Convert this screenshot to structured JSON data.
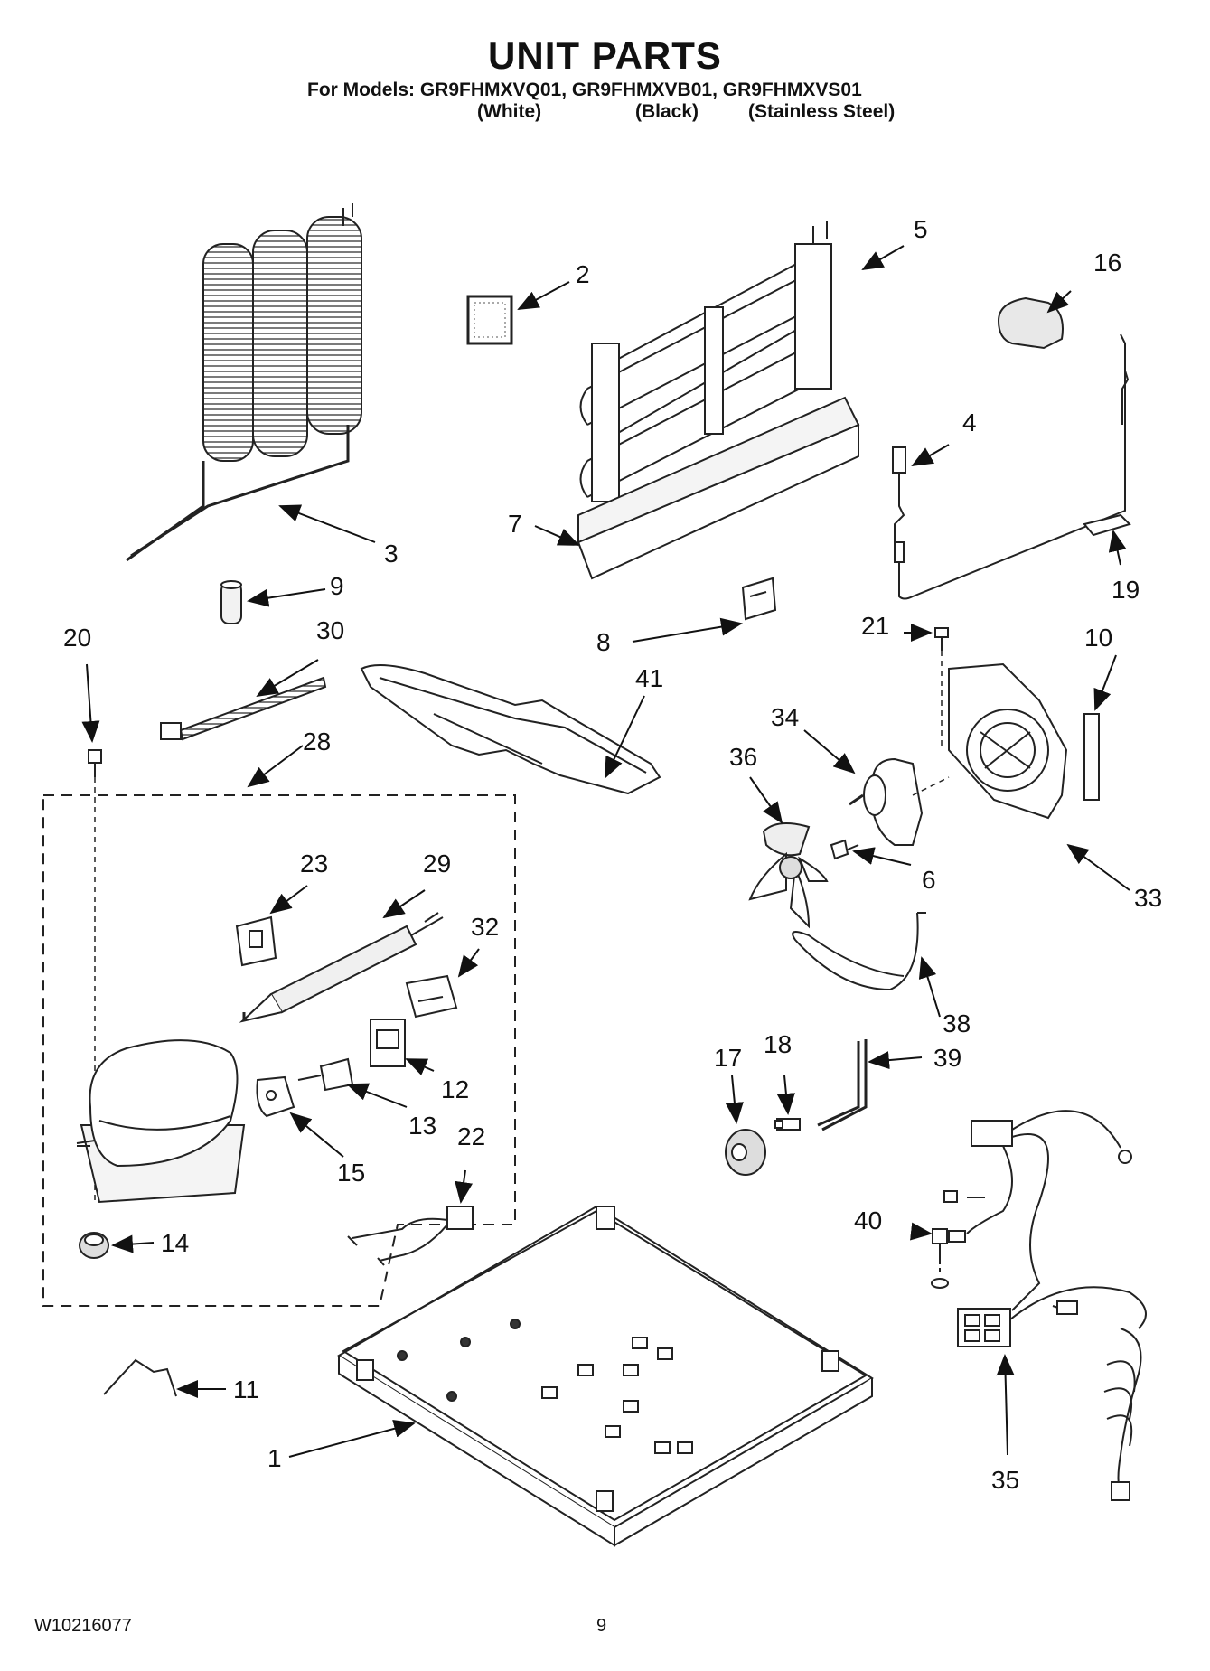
{
  "header": {
    "title": "UNIT PARTS",
    "models_line": "For Models: GR9FHMXVQ01, GR9FHMXVB01, GR9FHMXVS01",
    "variants": [
      "(White)",
      "(Black)",
      "(Stainless Steel)"
    ]
  },
  "callouts": [
    "1",
    "2",
    "3",
    "4",
    "5",
    "6",
    "7",
    "8",
    "9",
    "10",
    "11",
    "12",
    "13",
    "14",
    "15",
    "16",
    "17",
    "18",
    "19",
    "20",
    "21",
    "22",
    "23",
    "28",
    "29",
    "30",
    "32",
    "33",
    "34",
    "35",
    "36",
    "38",
    "39",
    "40",
    "41"
  ],
  "footer": {
    "doc_number": "W10216077",
    "page_number": "9"
  }
}
